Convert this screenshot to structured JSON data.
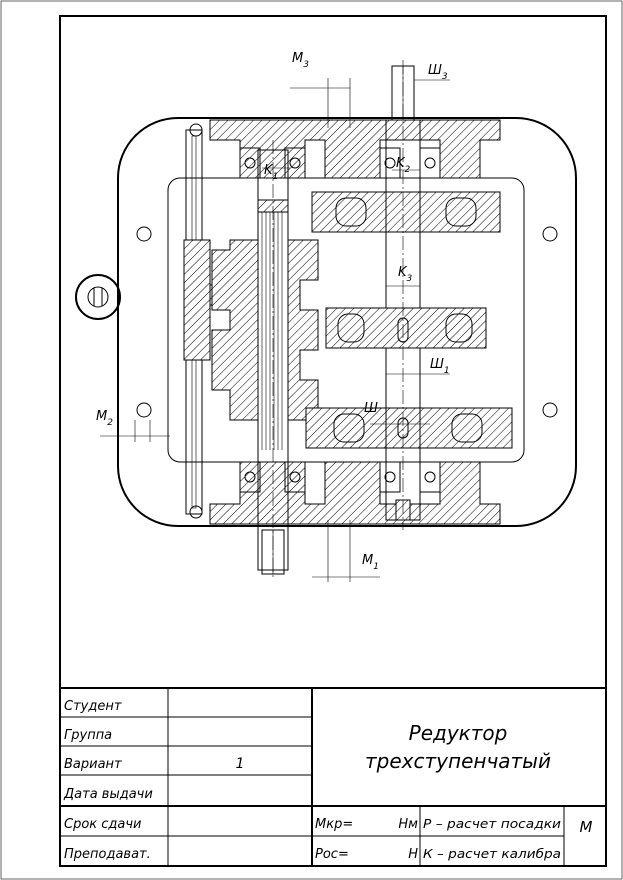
{
  "drawing": {
    "labels": {
      "m3": "M",
      "m3_sub": "3",
      "sh3": "Ш",
      "sh3_sub": "3",
      "k1": "K",
      "k1_sub": "1",
      "k2": "K",
      "k2_sub": "2",
      "k3": "K",
      "k3_sub": "3",
      "sh1": "Ш",
      "sh1_sub": "1",
      "sh": "Ш",
      "m2": "M",
      "m2_sub": "2",
      "m1": "M",
      "m1_sub": "1"
    }
  },
  "title_block": {
    "rows": [
      {
        "label": "Студент",
        "value": ""
      },
      {
        "label": "Группа",
        "value": ""
      },
      {
        "label": "Вариант",
        "value": "1"
      },
      {
        "label": "Дата выдачи",
        "value": ""
      },
      {
        "label": "Срок сдачи",
        "value": ""
      },
      {
        "label": "Преподават.",
        "value": ""
      }
    ],
    "title_line1": "Редуктор",
    "title_line2": "трехступенчатый",
    "mkr_label": "Мкр=",
    "mkr_unit": "Нм",
    "pos_label": "Рос=",
    "pos_unit": "Н",
    "p_calc": "Р – расчет посадки",
    "k_calc": "К – расчет калибра",
    "scale": "М"
  }
}
